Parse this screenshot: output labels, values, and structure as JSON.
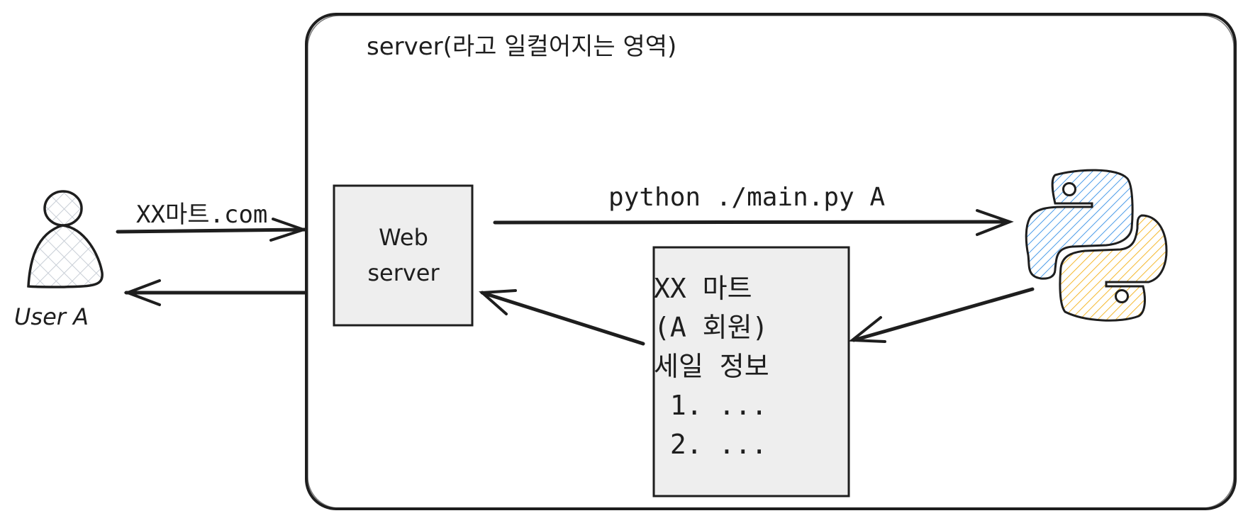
{
  "server_area": {
    "title": "server(라고 일컬어지는 영역)"
  },
  "user": {
    "label": "User A",
    "icon": "user-icon"
  },
  "request_arrow": {
    "label": "XX마트.com"
  },
  "web_server": {
    "label_line1": "Web",
    "label_line2": "server"
  },
  "command_arrow": {
    "label": "python ./main.py A"
  },
  "python": {
    "icon": "python-logo-icon",
    "colors": {
      "top": "#4a9be8",
      "bottom": "#f5b82e"
    }
  },
  "result_doc": {
    "lines": [
      "XX 마트",
      "(A 회원)",
      "세일 정보",
      " 1. ...",
      " 2. ..."
    ]
  },
  "colors": {
    "stroke": "#1e1e1e",
    "box_fill": "#eeeeee",
    "user_hatch": "#c8ced6"
  }
}
